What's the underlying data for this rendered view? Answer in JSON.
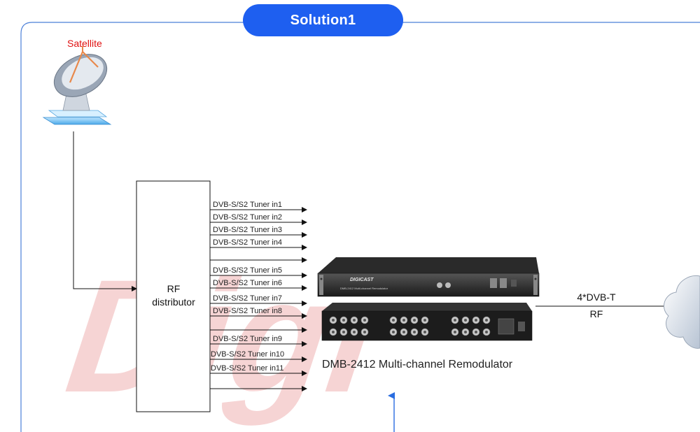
{
  "title": "Solution1",
  "satellite_label": "Satellite",
  "rf_distributor": {
    "line1": "RF",
    "line2": "distributor"
  },
  "tuner_inputs": [
    {
      "label": "DVB-S/S2 Tuner in1"
    },
    {
      "label": "DVB-S/S2 Tuner in2"
    },
    {
      "label": "DVB-S/S2 Tuner in3"
    },
    {
      "label": "DVB-S/S2 Tuner in4"
    },
    {
      "label": ""
    },
    {
      "label": "DVB-S/S2 Tuner in5"
    },
    {
      "label": "DVB-S/S2 Tuner in6"
    },
    {
      "label": "DVB-S/S2 Tuner in7"
    },
    {
      "label": "DVB-S/S2 Tuner in8"
    },
    {
      "label": ""
    },
    {
      "label": "DVB-S/S2 Tuner in9"
    },
    {
      "label": "DVB-S/S2 Tuner in10"
    },
    {
      "label": "DVB-S/S2 Tuner in11"
    },
    {
      "label": ""
    }
  ],
  "device": {
    "brand": "DIGICAST",
    "front_text": "DMB-2412 Multi-channel Remodulator",
    "caption": "DMB-2412 Multi-channel Remodulator"
  },
  "output": {
    "line1": "4*DVB-T",
    "line2": "RF"
  },
  "colors": {
    "frame": "#4a7fd8",
    "title_bg": "#1e5ff0",
    "satellite_text": "#e01010",
    "watermark": "#f3c6c6",
    "arrow_up": "#2a6de0"
  }
}
